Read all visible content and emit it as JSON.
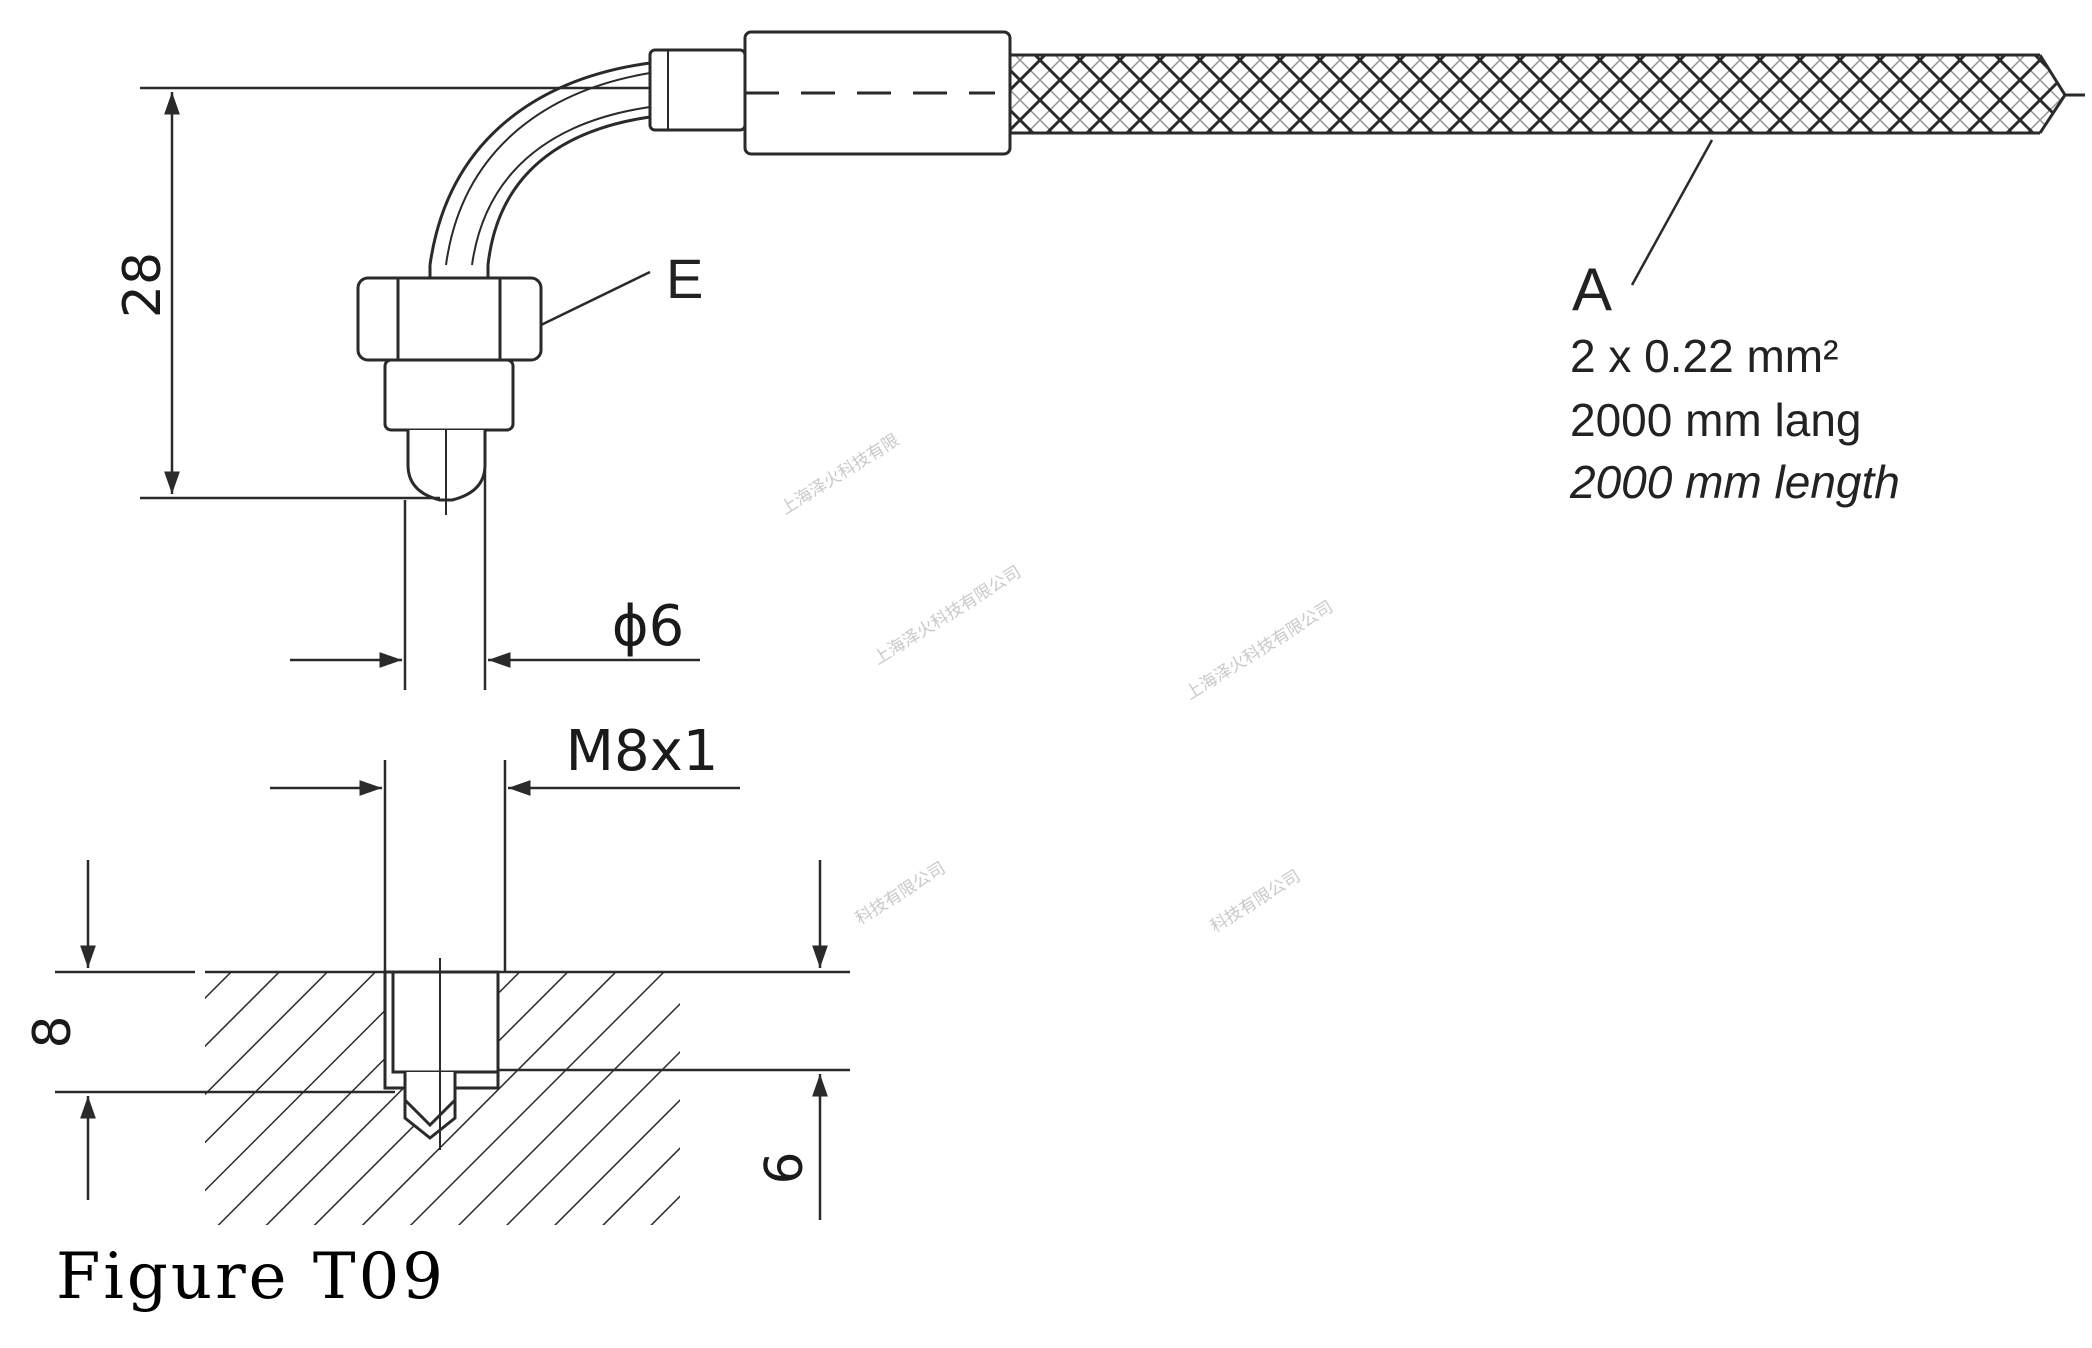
{
  "figure": {
    "caption": "Figure T09"
  },
  "dimensions": {
    "height_28": "28",
    "diameter_6": "ϕ6",
    "thread": "M8x1",
    "depth_8": "8",
    "depth_6": "6"
  },
  "callouts": {
    "nut_label": "E",
    "cable_label": "A",
    "cable_spec": "2 x 0.22 mm²",
    "length_de": "2000 mm lang",
    "length_en": "2000 mm length"
  },
  "watermarks": [
    "上海泽火科技有限",
    "上海泽火科技有限公司",
    "上海泽火科技有限公司",
    "科技有限公司",
    "科技有限公司"
  ],
  "colors": {
    "line": "#2a2a2a",
    "background": "#ffffff",
    "watermark": "#c9c9c9"
  }
}
